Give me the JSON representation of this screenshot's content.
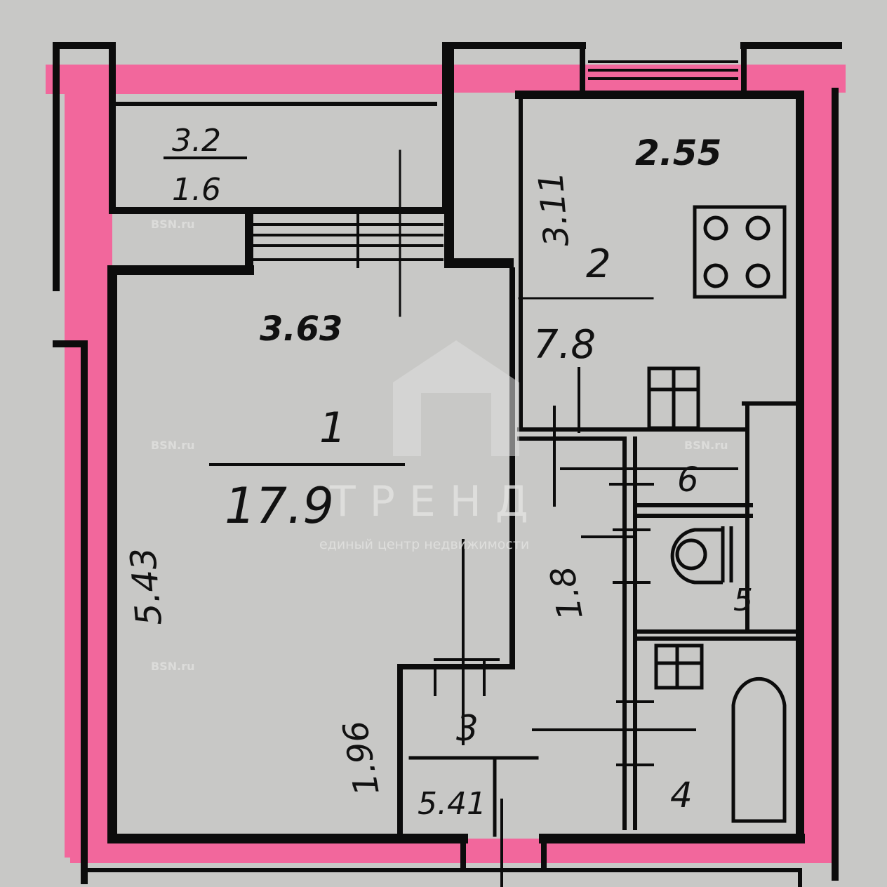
{
  "colors": {
    "paper": "#c8c8c6",
    "wall": "#0c0c0c",
    "highlight": "#f2679c"
  },
  "balcony": {
    "length": "3.2",
    "width": "1.6"
  },
  "living_room": {
    "number": "1",
    "area": "17.9",
    "width": "3.63",
    "length": "5.43",
    "side": "1.96"
  },
  "kitchen": {
    "number": "2",
    "area": "7.8",
    "width": "2.55",
    "length": "3.11"
  },
  "corridor": {
    "length": "1.8"
  },
  "hall": {
    "number": "3",
    "dimension": "5.41"
  },
  "bathroom": {
    "number": "4"
  },
  "toilet": {
    "number": "5"
  },
  "closet": {
    "number": "6"
  },
  "watermark": {
    "brand": "ТРЕНД",
    "tagline": "единый центр недвижимости",
    "site": "BSN.ru"
  }
}
